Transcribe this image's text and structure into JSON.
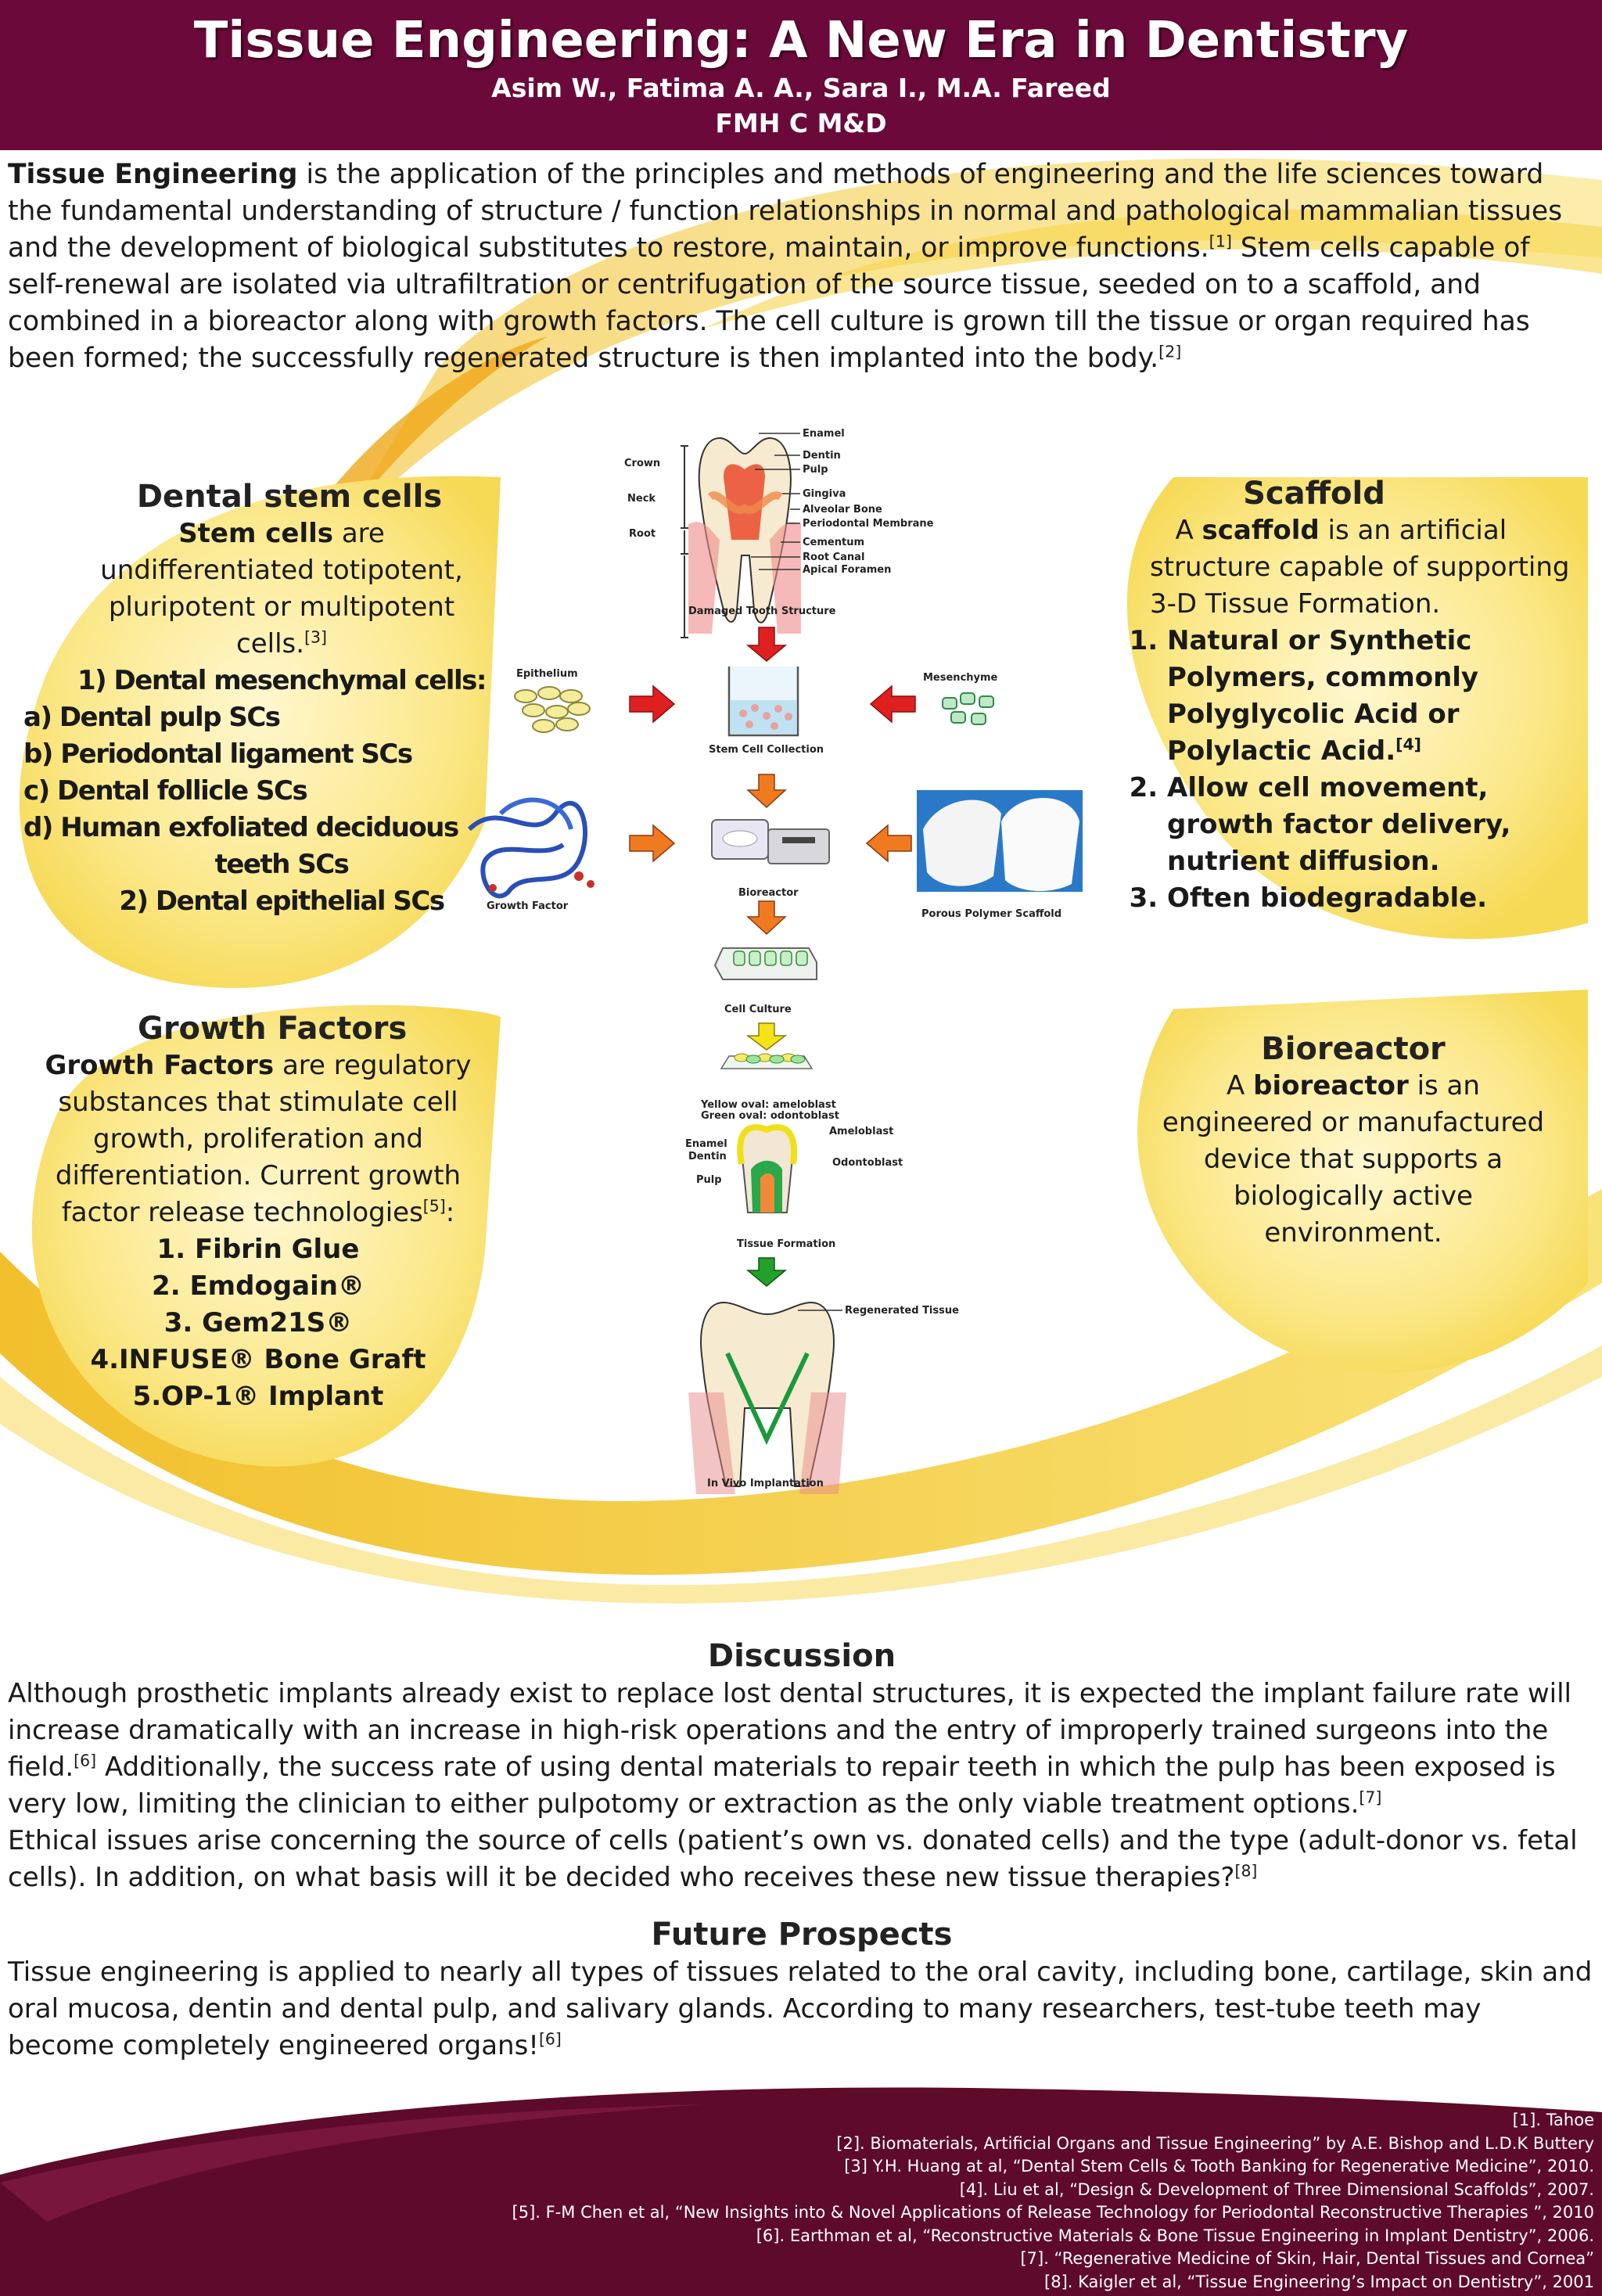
{
  "header": {
    "title": "Tissue Engineering: A New Era in Dentistry",
    "authors": "Asim W., Fatima A. A., Sara I., M.A. Fareed",
    "institution": "FMH C M&D"
  },
  "intro": {
    "term": "Tissue Engineering",
    "text1": " is the application of the principles and methods of engineering and the life sciences toward the fundamental understanding of structure / function relationships in normal and pathological mammalian tissues and the development of biological substitutes to restore, maintain, or improve functions.",
    "ref1": "[1]",
    "text2": " Stem cells capable of self-renewal are isolated via ultrafiltration or centrifugation of the source tissue, seeded on to a scaffold, and combined in a bioreactor along with growth factors. The cell culture is grown till the tissue or organ required has been formed; the successfully regenerated structure is then implanted into the body.",
    "ref2": "[2]"
  },
  "stem_cells": {
    "heading": "Dental stem cells",
    "term": "Stem cells",
    "text": " are undifferentiated totipotent,  pluripotent or multipotent cells.",
    "ref": "[3]",
    "item1": "1) Dental mesenchymal cells:",
    "a": "a) Dental pulp SCs",
    "b": "b) Periodontal ligament SCs",
    "c": "c) Dental follicle SCs",
    "d": "d) Human exfoliated deciduous",
    "d2": "teeth SCs",
    "item2": "2)  Dental epithelial SCs"
  },
  "scaffold": {
    "heading": "Scaffold",
    "pre": "A ",
    "term": "scaffold",
    "text": " is an artificial structure capable of supporting 3-D Tissue Formation.",
    "item1": "Natural or Synthetic Polymers, commonly Polyglycolic Acid or Polylactic Acid.",
    "item1_ref": "[4]",
    "item2": "Allow cell movement, growth factor delivery, nutrient diffusion.",
    "item3": "Often  biodegradable."
  },
  "growth_factors": {
    "heading": "Growth Factors",
    "term": "Growth Factors",
    "text": " are regulatory substances that stimulate cell growth, proliferation and differentiation. Current growth factor release technologies",
    "ref": "[5]",
    "colon": ":",
    "items": [
      "1. Fibrin Glue",
      "2. Emdogain®",
      "3. Gem21S®",
      "4.INFUSE® Bone Graft",
      "5.OP-1® Implant"
    ]
  },
  "bioreactor": {
    "heading": "Bioreactor",
    "pre": "A ",
    "term": "bioreactor",
    "text": " is an engineered or manufactured device that supports a biologically active environment."
  },
  "diagram": {
    "enamel": "Enamel",
    "dentin": "Dentin",
    "pulp": "Pulp",
    "gingiva": "Gingiva",
    "alveolar": "Alveolar Bone",
    "pdl": "Periodontal Membrane",
    "cementum": "Cementum",
    "root_canal": "Root Canal",
    "apical": "Apical Foramen",
    "crown": "Crown",
    "neck": "Neck",
    "root": "Root",
    "damaged": "Damaged Tooth Structure",
    "epithelium": "Epithelium",
    "mesenchyme": "Mesenchyme",
    "stem_collection": "Stem Cell Collection",
    "growth_factor": "Growth Factor",
    "bioreactor": "Bioreactor",
    "porous_scaffold": "Porous Polymer Scaffold",
    "cell_culture": "Cell Culture",
    "yellow_oval": "Yellow oval: ameloblast",
    "green_oval": "Green oval: odontoblast",
    "ameloblast": "Ameloblast",
    "odontoblast": "Odontoblast",
    "enamel2": "Enamel",
    "dentin2": "Dentin",
    "pulp2": "Pulp",
    "tissue_formation": "Tissue Formation",
    "regenerated": "Regenerated Tissue",
    "in_vivo": "In Vivo Implantation"
  },
  "discussion": {
    "heading": "Discussion",
    "p1a": "Although prosthetic implants already exist to replace lost dental structures, it is expected the implant failure rate will increase dramatically with an increase in high-risk operations and the entry of improperly trained surgeons into the field.",
    "ref6": "[6]",
    "p1b": " Additionally, the success rate of using dental materials to repair teeth in which the pulp has been exposed is very low, limiting the clinician to either pulpotomy or extraction as the only viable treatment options.",
    "ref7": "[7]",
    "p2": "Ethical issues arise concerning the source of cells (patient’s own vs. donated cells) and the type (adult-donor vs. fetal cells). In addition, on what basis will it be decided who receives these new tissue therapies?",
    "ref8": "[8]"
  },
  "future": {
    "heading": "Future Prospects",
    "text": "Tissue engineering is applied to nearly all types of tissues related to the oral cavity, including bone, cartilage, skin and oral mucosa, dentin and dental pulp, and salivary glands. According to many researchers, test-tube teeth may become completely engineered organs!",
    "ref": "[6]"
  },
  "references": [
    "[1]. Tahoe",
    "[2]. Biomaterials, Artificial Organs and Tissue Engineering” by A.E. Bishop and L.D.K Buttery",
    "[3] Y.H. Huang at al, “Dental Stem Cells & Tooth Banking for Regenerative Medicine”,  2010.",
    "[4]. Liu et al, “Design & Development of Three Dimensional Scaffolds”, 2007.",
    "[5].  F-M Chen et al, “New Insights into & Novel Applications of Release Technology for Periodontal Reconstructive Therapies ”, 2010",
    "[6]. Earthman et al, “Reconstructive Materials & Bone Tissue Engineering in Implant Dentistry”, 2006.",
    "[7]. “Regenerative Medicine of Skin, Hair, Dental Tissues and Cornea”",
    "[8]. Kaigler et al, “Tissue Engineering’s Impact on Dentistry”, 2001"
  ],
  "colors": {
    "header": "#6b0a3a",
    "bubble": "#fbe88a",
    "swoosh": "#f2c21b",
    "footer": "#5e0a2b"
  }
}
